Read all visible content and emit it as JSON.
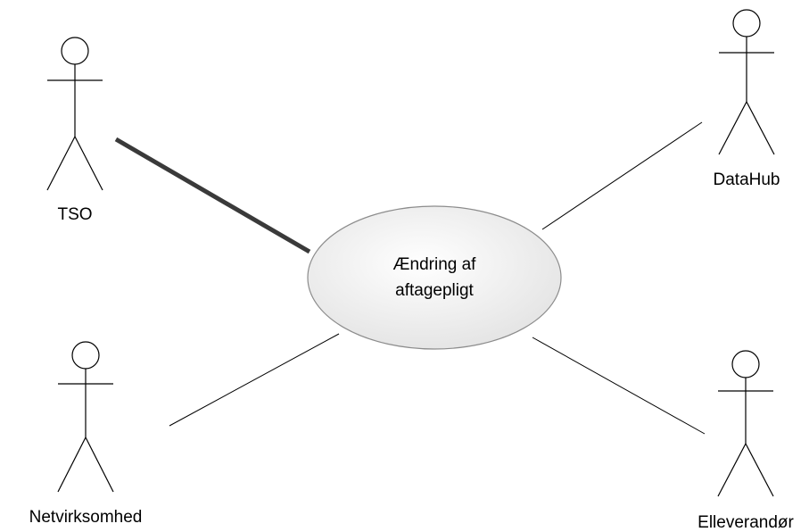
{
  "actors": {
    "tso": {
      "label": "TSO"
    },
    "datahub": {
      "label": "DataHub"
    },
    "netvirksomhed": {
      "label": "Netvirksomhed"
    },
    "elleverandor": {
      "label": "Elleverandør"
    }
  },
  "use_case": {
    "line1": "Ændring af",
    "line2": "aftagepligt"
  }
}
